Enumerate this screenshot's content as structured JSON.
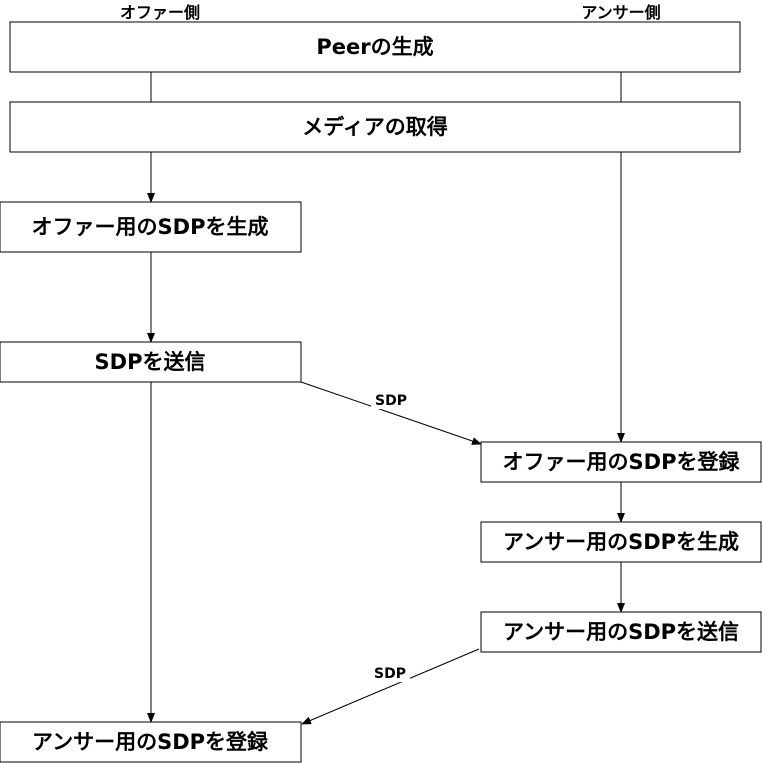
{
  "lanes": {
    "offer": "オファー側",
    "answer": "アンサー側"
  },
  "steps": {
    "create_peer": "Peerの生成",
    "get_media": "メディアの取得",
    "create_offer_sdp": "オファー用のSDPを生成",
    "send_sdp": "SDPを送信",
    "register_offer_sdp": "オファー用のSDPを登録",
    "create_answer_sdp": "アンサー用のSDPを生成",
    "send_answer_sdp": "アンサー用のSDPを送信",
    "register_answer_sdp": "アンサー用のSDPを登録"
  },
  "edge_labels": {
    "offer_sdp": "SDP",
    "answer_sdp": "SDP"
  }
}
